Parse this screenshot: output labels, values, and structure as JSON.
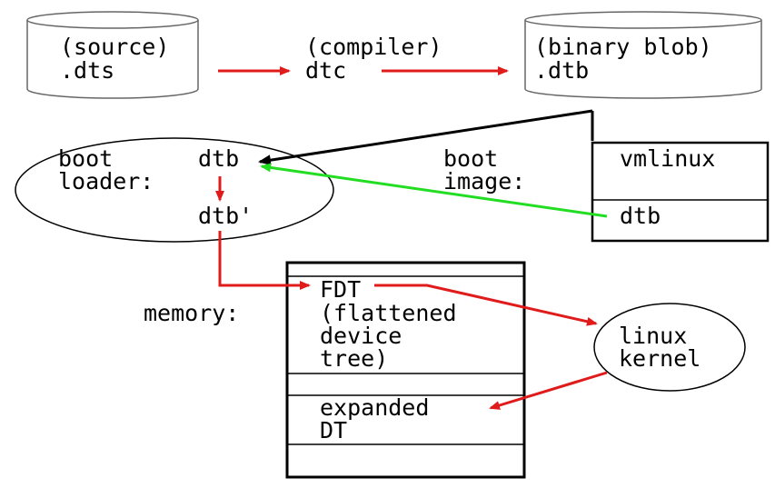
{
  "colors": {
    "red_arrow": "#e01b1b",
    "green_arrow": "#22dd22",
    "black_arrow": "#000000",
    "outline": "#555555"
  },
  "source": {
    "line1": "(source)",
    "line2": ".dts"
  },
  "compiler": {
    "line1": "(compiler)",
    "line2": "dtc"
  },
  "binary": {
    "line1": "(binary blob)",
    "line2": ".dtb"
  },
  "bootloader": {
    "label_line1": "boot",
    "label_line2": "loader:",
    "dtb": "dtb",
    "dtb_prime": "dtb'"
  },
  "bootimage": {
    "label_line1": "boot",
    "label_line2": "image:",
    "vmlinux": "vmlinux",
    "dtb": "dtb"
  },
  "memory": {
    "label": "memory:",
    "fdt_lines": [
      "FDT",
      "(flattened",
      "device",
      "tree)"
    ],
    "expanded_lines": [
      "expanded",
      "DT"
    ]
  },
  "kernel": {
    "line1": "linux",
    "line2": "kernel"
  }
}
